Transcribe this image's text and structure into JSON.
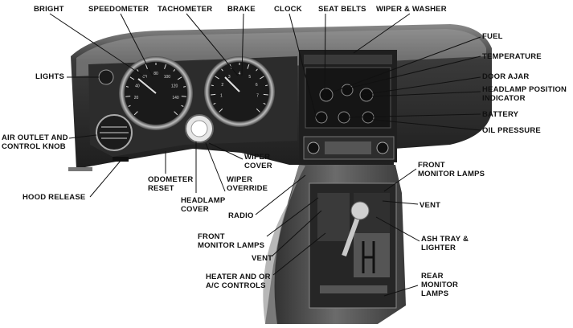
{
  "labels": {
    "bright": "BRIGHT",
    "speedometer": "SPEEDOMETER",
    "tachometer": "TACHOMETER",
    "brake": "BRAKE",
    "clock": "CLOCK",
    "seat_belts": "SEAT BELTS",
    "wiper_washer": "WIPER & WASHER",
    "fuel": "FUEL",
    "temperature": "TEMPERATURE",
    "door_ajar": "DOOR AJAR",
    "headlamp_position_1": "HEADLAMP POSITION",
    "headlamp_position_2": "INDICATOR",
    "battery": "BATTERY",
    "oil_pressure": "OIL PRESSURE",
    "lights": "LIGHTS",
    "air_outlet_1": "AIR OUTLET AND",
    "air_outlet_2": "CONTROL KNOB",
    "hood_release": "HOOD RELEASE",
    "odometer_reset_1": "ODOMETER",
    "odometer_reset_2": "RESET",
    "headlamp_cover_1": "HEADLAMP",
    "headlamp_cover_2": "COVER",
    "wiper_cover_1": "WIPER",
    "wiper_cover_2": "COVER",
    "wiper_override_1": "WIPER",
    "wiper_override_2": "OVERRIDE",
    "radio": "RADIO",
    "front_monitor_lamps_left_1": "FRONT",
    "front_monitor_lamps_left_2": "MONITOR LAMPS",
    "vent_left": "VENT",
    "heater_ac_1": "HEATER AND OR",
    "heater_ac_2": "A/C CONTROLS",
    "front_monitor_lamps_right_1": "FRONT",
    "front_monitor_lamps_right_2": "MONITOR LAMPS",
    "vent_right": "VENT",
    "ash_tray_1": "ASH TRAY &",
    "ash_tray_2": "LIGHTER",
    "rear_monitor_lamps_1": "REAR",
    "rear_monitor_lamps_2": "MONITOR",
    "rear_monitor_lamps_3": "LAMPS"
  },
  "gauge_marks": {
    "speedometer": [
      "20",
      "40",
      "60",
      "80",
      "100",
      "120",
      "140"
    ],
    "tachometer": [
      "1",
      "2",
      "3",
      "4",
      "5",
      "6",
      "7"
    ]
  },
  "colors": {
    "dash": "#2b2b2b",
    "dash_light": "#6a6a6a",
    "gauge_face": "#1a1a1a",
    "line": "#111111"
  }
}
